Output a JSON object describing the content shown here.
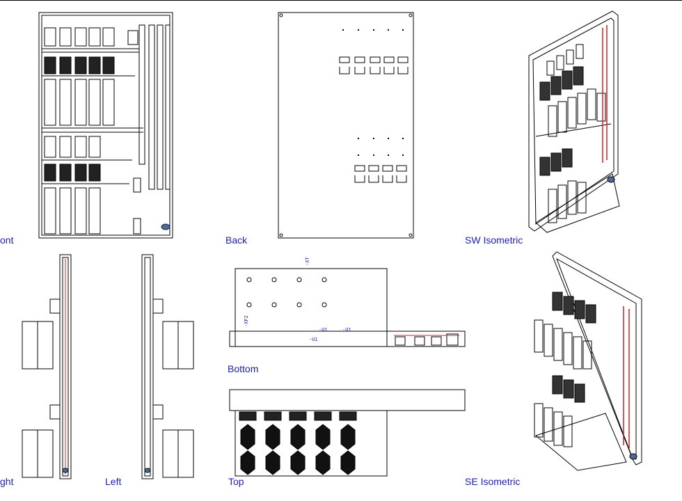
{
  "views": {
    "front": "ont",
    "back": "Back",
    "sw_isometric": "SW Isometric",
    "right": "ght",
    "left": "Left",
    "bottom": "Bottom",
    "top": "Top",
    "se_isometric": "SE Isometric"
  },
  "tags": {
    "u1": "-U1",
    "xt": "-XT",
    "xf2": "-XF2"
  },
  "colors": {
    "line": "#000000",
    "label": "#1c1cb4",
    "accent": "#d02020"
  }
}
